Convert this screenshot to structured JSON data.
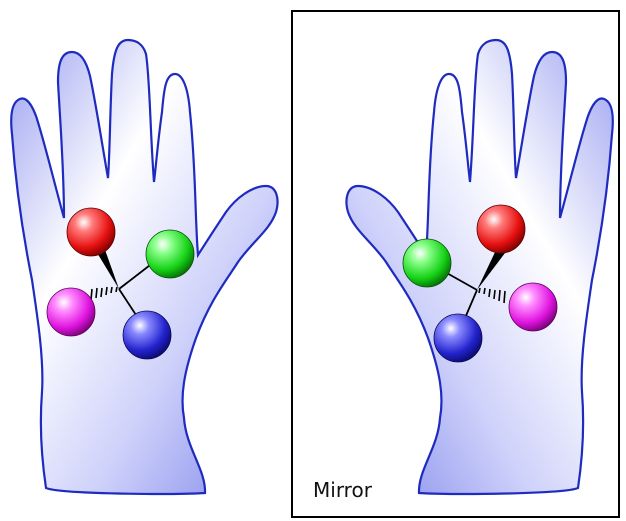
{
  "figure": {
    "mirror_label": "Mirror"
  },
  "colors": {
    "glove_fill_light": "#ffffff",
    "glove_fill_mid": "#c9ccf8",
    "glove_fill_dark": "#7f86ea",
    "glove_outline": "#1f2bbf",
    "bond": "#000000",
    "mirror_frame": "#000000",
    "atom_red": "#ee1111",
    "atom_green": "#16d616",
    "atom_magenta": "#e016e0",
    "atom_blue": "#2222cc"
  },
  "molecules": [
    {
      "hand": "left",
      "atoms": [
        "red",
        "green",
        "magenta",
        "blue"
      ]
    },
    {
      "hand": "right",
      "atoms": [
        "red",
        "green",
        "magenta",
        "blue"
      ]
    }
  ]
}
